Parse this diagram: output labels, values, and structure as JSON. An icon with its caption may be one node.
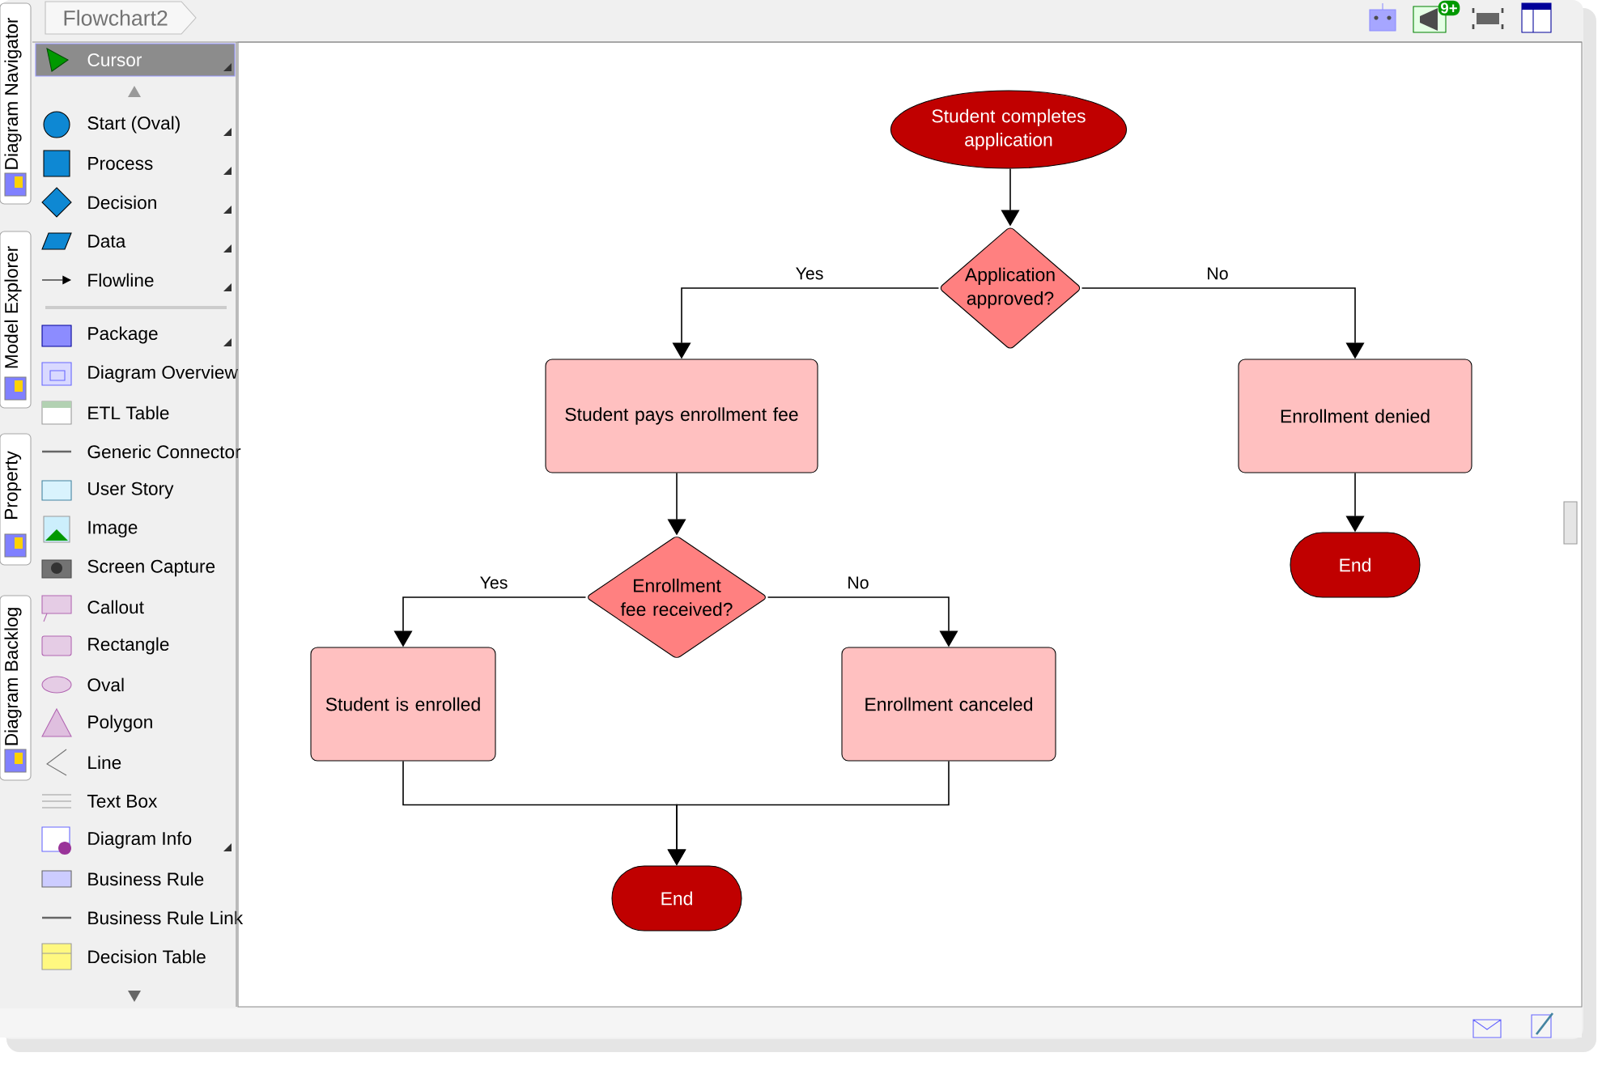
{
  "diagram": {
    "nodes": [
      {
        "text": [
          "Student completes application"
        ]
      },
      {
        "text": [
          "Application approved?"
        ]
      },
      {
        "text": [
          "Student pays enrollment fee"
        ]
      },
      {
        "text": [
          "Enrollment denied"
        ]
      },
      {
        "text": [
          "End"
        ]
      },
      {
        "text": [
          "Enrollment fee received?"
        ]
      },
      {
        "text": [
          "Student is enrolled"
        ]
      },
      {
        "text": [
          "Enrollment canceled"
        ]
      },
      {
        "text": [
          "End"
        ]
      }
    ],
    "edges": [
      {
        "from": 0,
        "to": 1,
        "arrow": "to"
      },
      {
        "from": 1,
        "to": 2,
        "arrow": "to",
        "label": "Yes"
      },
      {
        "from": 1,
        "to": 3,
        "arrow": "to",
        "label": "No"
      },
      {
        "from": 3,
        "to": 4,
        "arrow": "to"
      },
      {
        "from": 2,
        "to": 5,
        "arrow": "to"
      },
      {
        "from": 5,
        "to": 6,
        "arrow": "to",
        "label": "Yes"
      },
      {
        "from": 5,
        "to": 7,
        "arrow": "to",
        "label": "No"
      },
      {
        "from": 6,
        "to": 8,
        "arrow": "to"
      },
      {
        "from": 7,
        "to": 8,
        "arrow": "to"
      }
    ],
    "labels": [
      "Flowchart2",
      "Diagram Navigator",
      "Model Explorer",
      "Property",
      "Diagram Backlog",
      "Cursor",
      "Start (Oval)",
      "Process",
      "Decision",
      "Data",
      "Flowline",
      "Package",
      "Diagram Overview",
      "ETL Table",
      "Generic Connector",
      "User Story",
      "Image",
      "Screen Capture",
      "Callout",
      "Rectangle",
      "Oval",
      "Polygon",
      "Line",
      "Text Box",
      "Diagram Info",
      "Business Rule",
      "Business Rule Link",
      "Decision Table",
      "9+"
    ]
  }
}
